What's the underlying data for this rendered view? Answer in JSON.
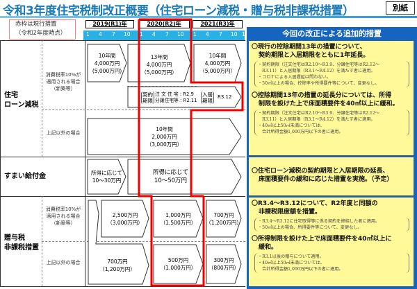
{
  "header": {
    "title": "令和3年度住宅税制改正概要（住宅ローン減税・贈与税非課税措置）",
    "attachment_label": "別紙"
  },
  "legend": {
    "line1": "赤枠は現行措置",
    "line2": "（令和2年度時点）"
  },
  "timeline": {
    "years": [
      "2019(R1)年",
      "2020(R2)年",
      "2021(R3)年"
    ],
    "months": [
      "1",
      "4",
      "7",
      "10",
      "1",
      "4",
      "7",
      "10",
      "1",
      "4",
      "7",
      "10",
      "1"
    ]
  },
  "rows": {
    "housing_loan": {
      "category_line1": "住宅",
      "category_line2": "ローン減税",
      "case1": {
        "line1": "消費税率10%が",
        "line2": "適用される場合",
        "line3": "（新築等）"
      },
      "case2": {
        "line1": "上記以外の場合"
      },
      "arrow_2019": {
        "line1": "10年間",
        "line2": "4,000万円",
        "line3": "(5,000万円)"
      },
      "arrow_2020": {
        "line1": "13年間",
        "line2": "4,000万円",
        "line3": "（5,000万円）"
      },
      "arrow_2021": {
        "line1": "10年間",
        "line2": "4,000万円",
        "line3": "（5,000万円）"
      },
      "deadline": {
        "contract_l1": "契約",
        "contract_l2": "期限",
        "custom": "注 文 住 宅 : R2.9",
        "sale": "分譲住宅等 : R2.11",
        "move_l1": "入居",
        "move_l2": "期限",
        "move_date": "R3.12"
      },
      "arrow_other": {
        "line1": "10年間",
        "line2": "2,000万円",
        "line3": "（3,000万円）"
      }
    },
    "sumai": {
      "category": "すまい給付金",
      "arrow_2019": {
        "line1": "所得に応じて",
        "line2": "10～30万円"
      },
      "arrow_2020": {
        "line1": "所得に応じて",
        "line2": "10～50万円"
      }
    },
    "gift_tax": {
      "category_line1": "贈与税",
      "category_line2": "非課税措置",
      "case1": {
        "line1": "消費税率10%が",
        "line2": "適用される場合",
        "line3": "（新築等）"
      },
      "case2": {
        "line1": "上記以外の場合"
      },
      "a1": {
        "line1": "2,500万円",
        "line2": "（3,000万円）"
      },
      "a2": {
        "line1": "1,000万円",
        "line2": "（1,500万円）"
      },
      "a3": {
        "line1": "700万円",
        "line2": "（1,200万円）"
      },
      "b1": {
        "line1": "700万円",
        "line2": "（1,200万円）"
      },
      "b2": {
        "line1": "500万円",
        "line2": "（1,000万円）"
      },
      "b3": {
        "line1": "300万円",
        "line2": "（800万円）"
      }
    }
  },
  "right_panel": {
    "heading": "今回の改正による追加的措置",
    "items": [
      {
        "main_l1": "〇現行の控除期間13年の措置について、",
        "main_l2": "契約期限と入居期限をともに1年延長。",
        "notes": [
          "・契約期限（注文住宅はR2.10～R3.9、分譲住宅等はR2.12～",
          "R3.11）と入居期限（R3.1～R4.12）を満たす者に適用。",
          "・コロナによる入居遅延は問わない。",
          "・50㎡以上の場合、控除率や所得要件等について、変更なし。"
        ]
      },
      {
        "main_l1": "〇控除期間13年の措置の延長分については、所得",
        "main_l2": "制限を設けた上で床面積要件を40㎡以上に緩和。",
        "notes": [
          "・契約期限（注文住宅はR2.10～R3.9、分譲住宅等はR2.12～",
          "R3.11）と入居期限（R3.1～R4.12）を満たす者に適用。",
          "・40㎡以上50㎡未満については、",
          "合計所得金額1,000万円以下の者に適用。"
        ]
      },
      {
        "main_l1": "〇住宅ローン減税の契約期限と入居期限の延長、",
        "main_l2": "床面積要件の緩和に応じた措置を実施。（予定）",
        "notes": []
      },
      {
        "main_l1": "〇R3.4～R3.12について、R2年度と同額の",
        "main_l2": "非課税限度額を措置。",
        "notes": [
          "・R3.4～R3.12に住宅取得等に係る契約を締結した者に適用。",
          "・50㎡以上の場合、所得要件等について、変更なし。"
        ]
      },
      {
        "main_l1": "〇所得制限を設けた上で床面積要件を40㎡以上に",
        "main_l2": "緩和。",
        "notes": [
          "・R3.1以後の贈与について適用。",
          "・40㎡以上50㎡未満については、",
          "合計所得金額1,000万円以下の者に適用。"
        ]
      }
    ]
  },
  "colors": {
    "title": "#1a7ab8",
    "timeline_bar": "#2ab0e4",
    "panel_blue": "#1565c0",
    "panel_yellow": "#fff99a",
    "current_measure_red": "#ee0000"
  }
}
